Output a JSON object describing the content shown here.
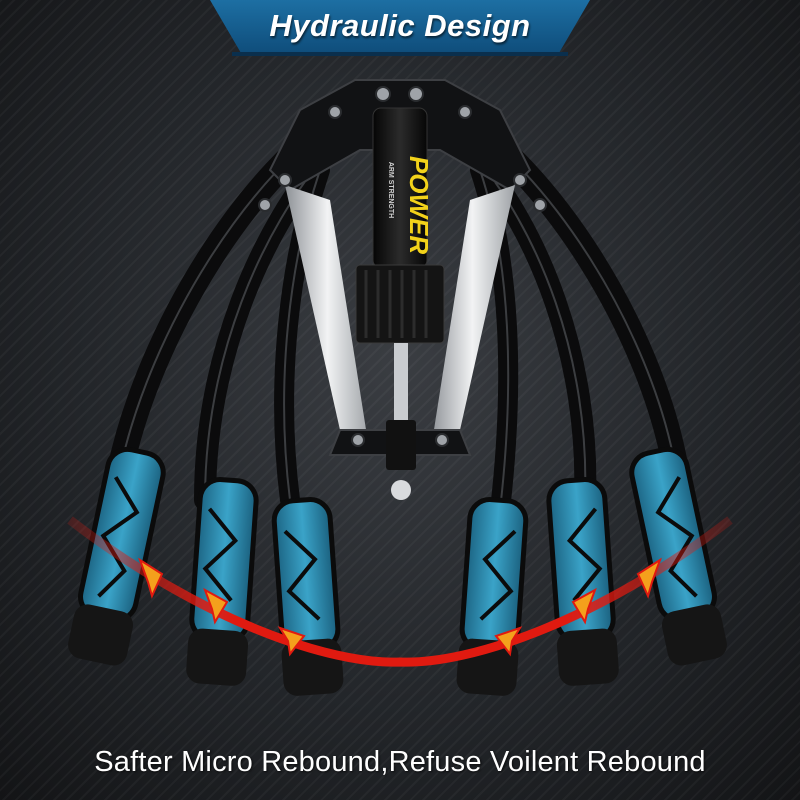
{
  "header": {
    "title": "Hydraulic Design"
  },
  "cylinder": {
    "brand": "POWER",
    "subtitle": "ARM STRENGTH"
  },
  "caption": {
    "text": "Safter Micro Rebound,Refuse Voilent Rebound"
  },
  "colors": {
    "banner": "#1d6fa3",
    "grip": "#2a86ab",
    "arrow": "#e01a10",
    "arrow_head": "#f4a01c",
    "brand_text": "#f2d21a"
  },
  "icons": [
    "rebound-arrow-icon"
  ]
}
